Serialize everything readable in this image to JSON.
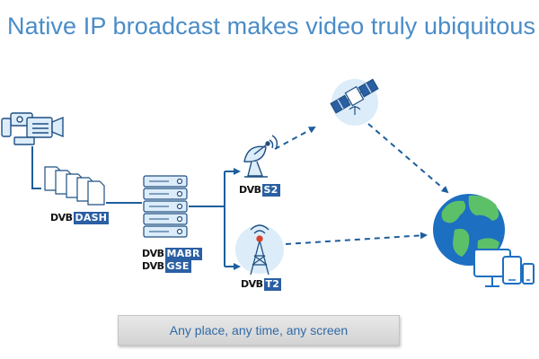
{
  "title": "Native IP broadcast makes video truly ubiquitous",
  "caption": "Any place, any time, any screen",
  "logos": {
    "dash": {
      "prefix": "DVB",
      "standard": "DASH"
    },
    "mabr": {
      "prefix": "DVB",
      "standard": "MABR"
    },
    "gse": {
      "prefix": "DVB",
      "standard": "GSE"
    },
    "s2": {
      "prefix": "DVB",
      "standard": "S2"
    },
    "t2": {
      "prefix": "DVB",
      "standard": "T2"
    }
  },
  "colors": {
    "title": "#4a8cc8",
    "line": "#1d5f9c",
    "dvb_box": "#2b5fa3",
    "icon_light": "#dcecf9",
    "icon_stroke": "#1f4f82",
    "ocean": "#1d6fc2",
    "land": "#5cc069",
    "caption_text": "#2f6aa6"
  }
}
